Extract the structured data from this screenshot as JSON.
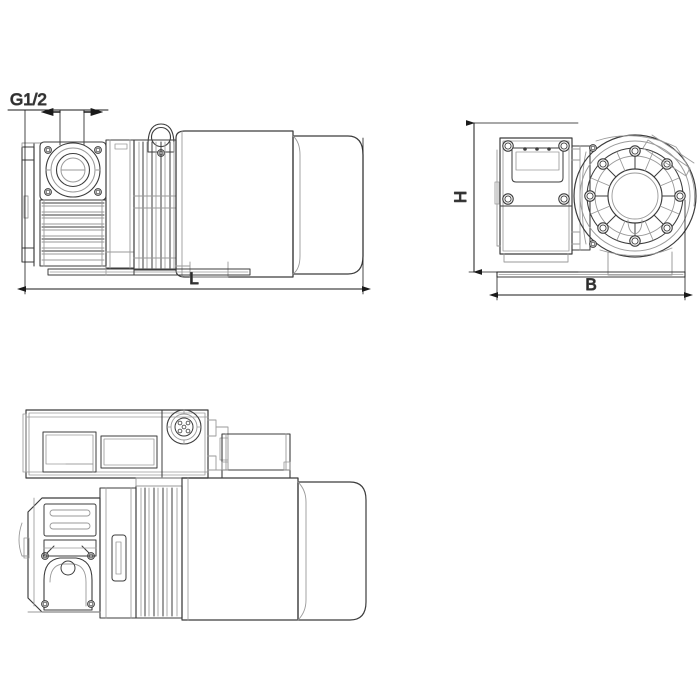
{
  "drawing": {
    "type": "technical-line-drawing",
    "subject": "screw vacuum pump with motor and control box",
    "background_color": "#ffffff",
    "line_color": "#3c3c3c",
    "line_color_light": "#9a9a9a",
    "dimension_color": "#1a1a1a",
    "views": [
      {
        "id": "side-view",
        "name": "side elevation",
        "position": "top-left"
      },
      {
        "id": "end-view",
        "name": "end elevation",
        "position": "top-right"
      },
      {
        "id": "top-view",
        "name": "top / plan view",
        "position": "bottom-left"
      }
    ],
    "annotations": {
      "port_callout": "G1/2",
      "length_dimension": "L",
      "height_dimension": "H",
      "width_dimension": "B"
    }
  }
}
